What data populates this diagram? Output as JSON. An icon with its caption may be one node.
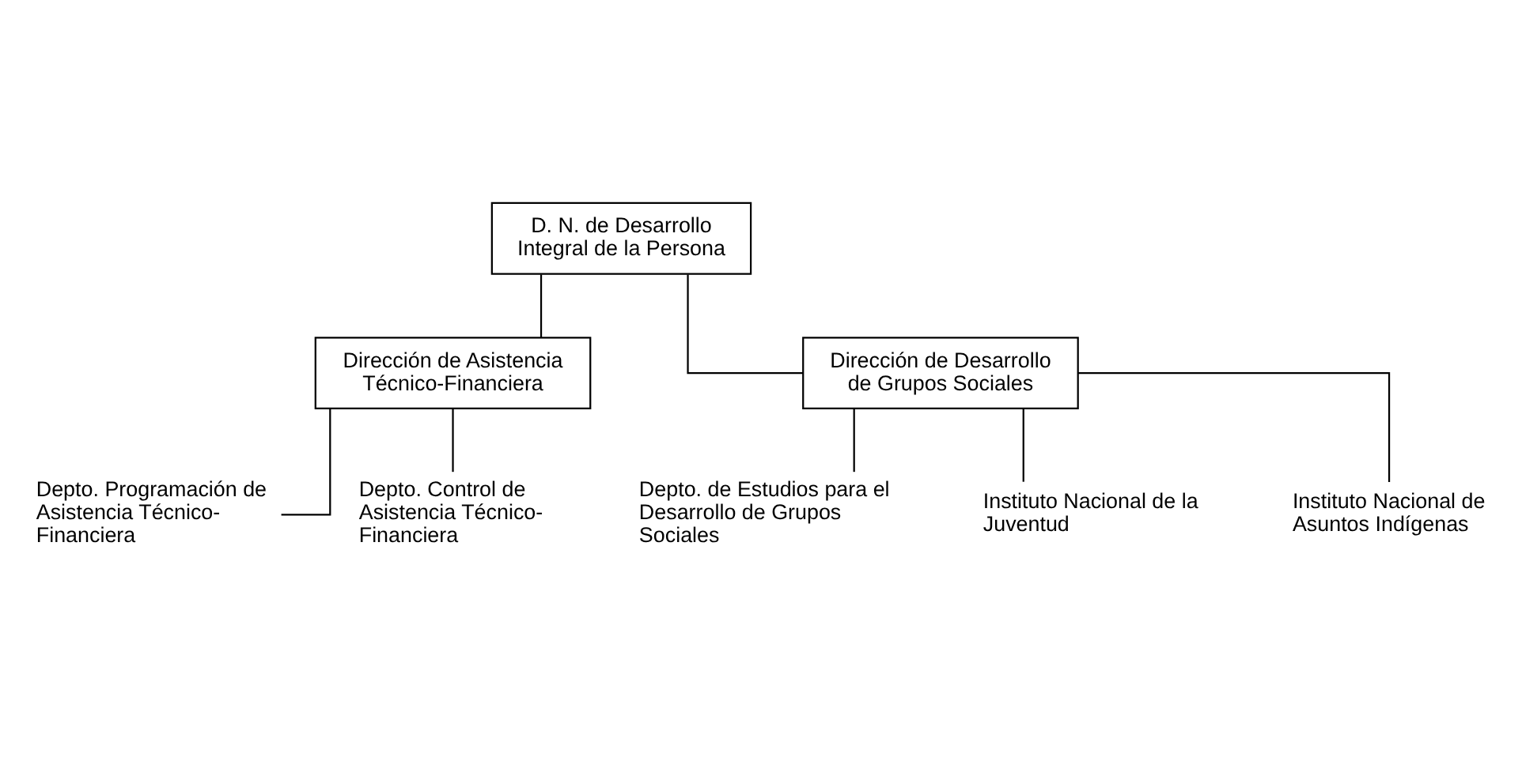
{
  "diagram": {
    "nodes": [
      {
        "text": [
          "D. N. de Desarrollo Integral de la Persona"
        ]
      },
      {
        "text": [
          "Dirección de Asistencia Técnico-Financiera"
        ]
      },
      {
        "text": [
          "Dirección de Desarrollo de Grupos Sociales"
        ]
      },
      {
        "text": [
          "Depto. Programación de Asistencia Técnico-Financiera"
        ]
      },
      {
        "text": [
          "Depto. Control de Asistencia Técnico-Financiera"
        ]
      },
      {
        "text": [
          "Depto. de Estudios para el Desarrollo de Grupos Sociales"
        ]
      },
      {
        "text": [
          "Instituto Nacional de la Juventud"
        ]
      },
      {
        "text": [
          "Instituto Nacional de Asuntos Indígenas"
        ]
      }
    ],
    "edges": [
      {
        "from": 0,
        "to": 1,
        "arrow": "none"
      },
      {
        "from": 0,
        "to": 2,
        "arrow": "none"
      },
      {
        "from": 1,
        "to": 3,
        "arrow": "none"
      },
      {
        "from": 1,
        "to": 4,
        "arrow": "none"
      },
      {
        "from": 2,
        "to": 5,
        "arrow": "none"
      },
      {
        "from": 2,
        "to": 6,
        "arrow": "none"
      },
      {
        "from": 2,
        "to": 7,
        "arrow": "none"
      }
    ]
  }
}
